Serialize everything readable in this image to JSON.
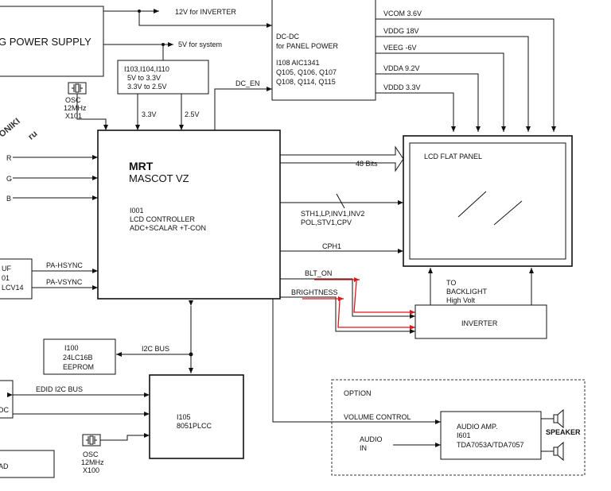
{
  "blocks": {
    "power_supply": "G POWER SUPPLY",
    "dcdc": [
      "DC-DC",
      "for PANEL POWER",
      "I108 AIC1341",
      "Q105, Q106, Q107",
      "Q108, Q114, Q115"
    ],
    "regulator": [
      "I103,I104,I110",
      "5V to 3.3V",
      "3.3V to 2.5V"
    ],
    "osc_top": [
      "OSC",
      "12MHz",
      "X101"
    ],
    "osc_bottom": [
      "OSC",
      "12MHz",
      "X100"
    ],
    "mrt_title": "MRT",
    "mrt_sub": "MASCOT VZ",
    "mrt_desc": [
      "I001",
      "LCD CONTROLLER",
      "ADC+SCALAR +T-CON"
    ],
    "lcd_panel": "LCD FLAT PANEL",
    "inverter": "INVERTER",
    "eeprom": [
      "I100",
      "24LC16B",
      "EEPROM"
    ],
    "mcu": [
      "I105",
      "8051PLCC"
    ],
    "audio_amp": [
      "AUDIO AMP.",
      "I601",
      "TDA7053A/TDA7057"
    ],
    "left_hsync_box": [
      "UF",
      "01",
      "LCV14"
    ],
    "left_dc_box": "DC",
    "left_ad_box": "AD"
  },
  "labels": {
    "v12": "12V for INVERTER",
    "v5": "5V for system",
    "v33": "3.3V",
    "v25": "2.5V",
    "dc_en": "DC_EN",
    "vcom": "VCOM 3.6V",
    "vddg": "VDDG 18V",
    "veeg": "VEEG -6V",
    "vdda": "VDDA 9.2V",
    "vddd": "VDDD 3.3V",
    "r": "R",
    "g": "G",
    "b": "B",
    "pa_hsync": "PA-HSYNC",
    "pa_vsync": "PA-VSYNC",
    "bits48": "48 Bits",
    "sth": "STH1,LP,INV1,INV2",
    "pol": "POL,STV1,CPV",
    "cph1": "CPH1",
    "blt_on": "BLT_ON",
    "brightness": "BRIGHTNESS",
    "to_backlight": [
      "TO",
      "BACKLIGHT",
      "High Volt"
    ],
    "i2c_bus": "I2C BUS",
    "edid": "EDID I2C BUS",
    "option": "OPTION",
    "volume": "VOLUME CONTROL",
    "audio_in": [
      "AUDIO",
      "IN"
    ],
    "speaker": "SPEAKER"
  },
  "watermark": [
    "ONIKI",
    "ru"
  ],
  "colors": {
    "line": "#111111",
    "highlight": "#e0161a"
  }
}
